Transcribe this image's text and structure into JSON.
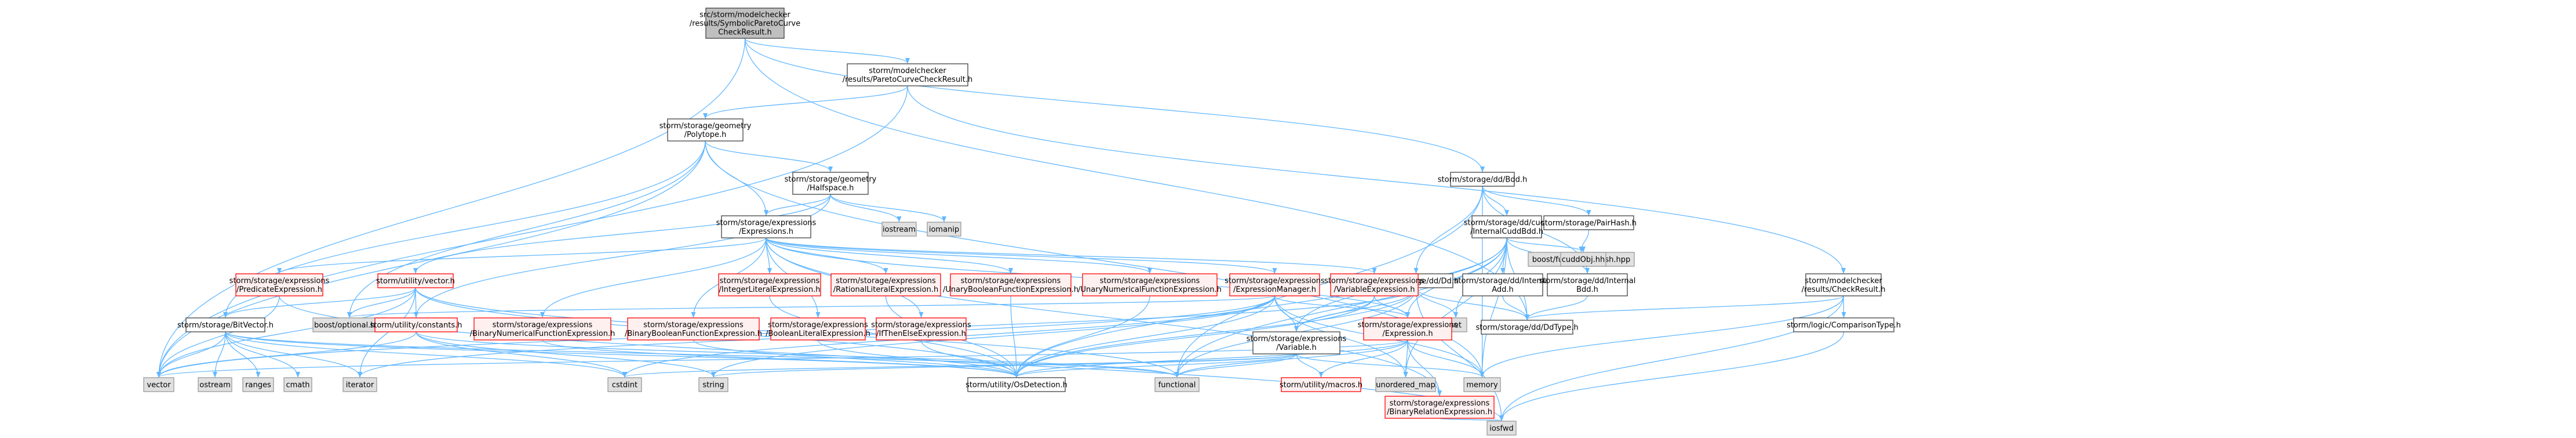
{
  "colors": {
    "edge": "#63b8ff",
    "root_fill": "#bfbfbf",
    "root_stroke": "#404040",
    "doc_fill": "#ffffff",
    "doc_stroke": "#404040",
    "red_fill": "#fff0f0",
    "red_stroke": "#ff0000",
    "ext_fill": "#e0e0e0",
    "ext_stroke": "#999999"
  },
  "nodes": [
    {
      "id": "root",
      "kind": "root",
      "lines": [
        "src/storm/modelchecker",
        "/results/SymbolicParetoCurve",
        "CheckResult.h"
      ]
    },
    {
      "id": "pareto",
      "kind": "doc",
      "lines": [
        "storm/modelchecker",
        "/results/ParetoCurveCheckResult.h"
      ]
    },
    {
      "id": "polytope",
      "kind": "doc",
      "lines": [
        "storm/storage/geometry",
        "/Polytope.h"
      ]
    },
    {
      "id": "halfspace",
      "kind": "doc",
      "lines": [
        "storm/storage/geometry",
        "/Halfspace.h"
      ]
    },
    {
      "id": "expressions",
      "kind": "doc",
      "lines": [
        "storm/storage/expressions",
        "/Expressions.h"
      ]
    },
    {
      "id": "ddbdd",
      "kind": "doc",
      "lines": [
        "storm/storage/dd/Bdd.h"
      ]
    },
    {
      "id": "cuddbdd",
      "kind": "doc",
      "lines": [
        "storm/storage/dd/cudd",
        "/InternalCuddBdd.h"
      ]
    },
    {
      "id": "pairhash",
      "kind": "doc",
      "lines": [
        "storm/storage/PairHash.h"
      ]
    },
    {
      "id": "boostfunchash",
      "kind": "ext",
      "lines": [
        "boost/functional/hash.hpp"
      ]
    },
    {
      "id": "checkresult",
      "kind": "doc",
      "lines": [
        "storm/modelchecker",
        "/results/CheckResult.h"
      ]
    },
    {
      "id": "comparisontype",
      "kind": "doc",
      "lines": [
        "storm/logic/ComparisonType.h"
      ]
    },
    {
      "id": "iostream",
      "kind": "ext",
      "lines": [
        "iostream"
      ]
    },
    {
      "id": "iomanip",
      "kind": "ext",
      "lines": [
        "iomanip"
      ]
    },
    {
      "id": "cuddobj",
      "kind": "ext",
      "lines": [
        "cuddObj.hh"
      ]
    },
    {
      "id": "ddadd",
      "kind": "doc",
      "lines": [
        "storm/storage/dd/Internal",
        "Add.h"
      ]
    },
    {
      "id": "ddinternalbdd",
      "kind": "doc",
      "lines": [
        "storm/storage/dd/Internal",
        "Bdd.h"
      ]
    },
    {
      "id": "dddd",
      "kind": "doc",
      "lines": [
        "storm/storage/dd/Dd.h"
      ]
    },
    {
      "id": "ddtype",
      "kind": "doc",
      "lines": [
        "storm/storage/dd/DdType.h"
      ]
    },
    {
      "id": "set",
      "kind": "ext",
      "lines": [
        "set"
      ]
    },
    {
      "id": "predicate",
      "kind": "red",
      "lines": [
        "storm/storage/expressions",
        "/PredicateExpression.h"
      ]
    },
    {
      "id": "uvector",
      "kind": "red",
      "lines": [
        "storm/utility/vector.h"
      ]
    },
    {
      "id": "intlit",
      "kind": "red",
      "lines": [
        "storm/storage/expressions",
        "/IntegerLiteralExpression.h"
      ]
    },
    {
      "id": "ratlit",
      "kind": "red",
      "lines": [
        "storm/storage/expressions",
        "/RationalLiteralExpression.h"
      ]
    },
    {
      "id": "unbool",
      "kind": "red",
      "lines": [
        "storm/storage/expressions",
        "/UnaryBooleanFunctionExpression.h"
      ]
    },
    {
      "id": "unnum",
      "kind": "red",
      "lines": [
        "storm/storage/expressions",
        "/UnaryNumericalFunctionExpression.h"
      ]
    },
    {
      "id": "exprmgr",
      "kind": "red",
      "lines": [
        "storm/storage/expressions",
        "/ExpressionManager.h"
      ]
    },
    {
      "id": "varexpr",
      "kind": "red",
      "lines": [
        "storm/storage/expressions",
        "/VariableExpression.h"
      ]
    },
    {
      "id": "bitvector",
      "kind": "doc",
      "lines": [
        "storm/storage/BitVector.h"
      ]
    },
    {
      "id": "boostopt",
      "kind": "ext",
      "lines": [
        "boost/optional.hpp"
      ]
    },
    {
      "id": "uconst",
      "kind": "red",
      "lines": [
        "storm/utility/constants.h"
      ]
    },
    {
      "id": "binnum",
      "kind": "red",
      "lines": [
        "storm/storage/expressions",
        "/BinaryNumericalFunctionExpression.h"
      ]
    },
    {
      "id": "binbool",
      "kind": "red",
      "lines": [
        "storm/storage/expressions",
        "/BinaryBooleanFunctionExpression.h"
      ]
    },
    {
      "id": "boollit",
      "kind": "red",
      "lines": [
        "storm/storage/expressions",
        "/BooleanLiteralExpression.h"
      ]
    },
    {
      "id": "ite",
      "kind": "red",
      "lines": [
        "storm/storage/expressions",
        "/IfThenElseExpression.h"
      ]
    },
    {
      "id": "variable",
      "kind": "doc",
      "lines": [
        "storm/storage/expressions",
        "/Variable.h"
      ]
    },
    {
      "id": "expression",
      "kind": "red",
      "lines": [
        "storm/storage/expressions",
        "/Expression.h"
      ]
    },
    {
      "id": "binrel",
      "kind": "red",
      "lines": [
        "storm/storage/expressions",
        "/BinaryRelationExpression.h"
      ]
    },
    {
      "id": "macros",
      "kind": "red",
      "lines": [
        "storm/utility/macros.h"
      ]
    },
    {
      "id": "osdetect",
      "kind": "doc",
      "lines": [
        "storm/utility/OsDetection.h"
      ]
    },
    {
      "id": "vector",
      "kind": "ext",
      "lines": [
        "vector"
      ]
    },
    {
      "id": "ostream",
      "kind": "ext",
      "lines": [
        "ostream"
      ]
    },
    {
      "id": "ranges",
      "kind": "ext",
      "lines": [
        "ranges"
      ]
    },
    {
      "id": "cmath",
      "kind": "ext",
      "lines": [
        "cmath"
      ]
    },
    {
      "id": "iterator",
      "kind": "ext",
      "lines": [
        "iterator"
      ]
    },
    {
      "id": "cstdint",
      "kind": "ext",
      "lines": [
        "cstdint"
      ]
    },
    {
      "id": "string",
      "kind": "ext",
      "lines": [
        "string"
      ]
    },
    {
      "id": "functional",
      "kind": "ext",
      "lines": [
        "functional"
      ]
    },
    {
      "id": "unordered_map",
      "kind": "ext",
      "lines": [
        "unordered_map"
      ]
    },
    {
      "id": "memory",
      "kind": "ext",
      "lines": [
        "memory"
      ]
    },
    {
      "id": "iosfwd",
      "kind": "ext",
      "lines": [
        "iosfwd"
      ]
    }
  ],
  "edges": [
    [
      "root",
      "pareto"
    ],
    [
      "root",
      "ddbdd"
    ],
    [
      "root",
      "vector"
    ],
    [
      "root",
      "ddtype"
    ],
    [
      "pareto",
      "polytope"
    ],
    [
      "pareto",
      "checkresult"
    ],
    [
      "pareto",
      "vector"
    ],
    [
      "polytope",
      "halfspace"
    ],
    [
      "polytope",
      "expressions"
    ],
    [
      "polytope",
      "bitvector"
    ],
    [
      "polytope",
      "boostopt"
    ],
    [
      "polytope",
      "memory"
    ],
    [
      "polytope",
      "vector"
    ],
    [
      "halfspace",
      "expressions"
    ],
    [
      "halfspace",
      "uvector"
    ],
    [
      "halfspace",
      "uconst"
    ],
    [
      "halfspace",
      "iostream"
    ],
    [
      "halfspace",
      "iomanip"
    ],
    [
      "expressions",
      "predicate"
    ],
    [
      "expressions",
      "intlit"
    ],
    [
      "expressions",
      "ratlit"
    ],
    [
      "expressions",
      "unbool"
    ],
    [
      "expressions",
      "unnum"
    ],
    [
      "expressions",
      "exprmgr"
    ],
    [
      "expressions",
      "varexpr"
    ],
    [
      "expressions",
      "binnum"
    ],
    [
      "expressions",
      "binbool"
    ],
    [
      "expressions",
      "boollit"
    ],
    [
      "expressions",
      "ite"
    ],
    [
      "expressions",
      "expression"
    ],
    [
      "expressions",
      "binrel"
    ],
    [
      "ddbdd",
      "cuddbdd"
    ],
    [
      "ddbdd",
      "pairhash"
    ],
    [
      "ddbdd",
      "dddd"
    ],
    [
      "ddbdd",
      "ddinternalbdd"
    ],
    [
      "ddbdd",
      "functional"
    ],
    [
      "ddbdd",
      "memory"
    ],
    [
      "cuddbdd",
      "cuddobj"
    ],
    [
      "cuddbdd",
      "ddadd"
    ],
    [
      "cuddbdd",
      "ddinternalbdd"
    ],
    [
      "cuddbdd",
      "ddtype"
    ],
    [
      "cuddbdd",
      "set"
    ],
    [
      "cuddbdd",
      "memory"
    ],
    [
      "cuddbdd",
      "functional"
    ],
    [
      "cuddbdd",
      "unordered_map"
    ],
    [
      "cuddbdd",
      "expression"
    ],
    [
      "cuddbdd",
      "variable"
    ],
    [
      "cuddbdd",
      "osdetect"
    ],
    [
      "pairhash",
      "boostfunchash"
    ],
    [
      "checkresult",
      "ddtype"
    ],
    [
      "checkresult",
      "comparisontype"
    ],
    [
      "checkresult",
      "iosfwd"
    ],
    [
      "checkresult",
      "memory"
    ],
    [
      "comparisontype",
      "iosfwd"
    ],
    [
      "ddadd",
      "ddtype"
    ],
    [
      "ddinternalbdd",
      "ddtype"
    ],
    [
      "dddd",
      "ddtype"
    ],
    [
      "dddd",
      "set"
    ],
    [
      "dddd",
      "functional"
    ],
    [
      "dddd",
      "variable"
    ],
    [
      "dddd",
      "iosfwd"
    ],
    [
      "dddd",
      "vector"
    ],
    [
      "dddd",
      "osdetect"
    ],
    [
      "predicate",
      "iosfwd"
    ],
    [
      "predicate",
      "vector"
    ],
    [
      "uvector",
      "bitvector"
    ],
    [
      "uvector",
      "uconst"
    ],
    [
      "uvector",
      "boostopt"
    ],
    [
      "uvector",
      "vector"
    ],
    [
      "uvector",
      "functional"
    ],
    [
      "uvector",
      "iterator"
    ],
    [
      "uvector",
      "osdetect"
    ],
    [
      "intlit",
      "osdetect"
    ],
    [
      "ratlit",
      "osdetect"
    ],
    [
      "unbool",
      "osdetect"
    ],
    [
      "unnum",
      "osdetect"
    ],
    [
      "exprmgr",
      "variable"
    ],
    [
      "exprmgr",
      "expression"
    ],
    [
      "exprmgr",
      "boostopt"
    ],
    [
      "exprmgr",
      "osdetect"
    ],
    [
      "exprmgr",
      "unordered_map"
    ],
    [
      "exprmgr",
      "iterator"
    ],
    [
      "exprmgr",
      "cstdint"
    ],
    [
      "exprmgr",
      "memory"
    ],
    [
      "exprmgr",
      "string"
    ],
    [
      "varexpr",
      "variable"
    ],
    [
      "varexpr",
      "osdetect"
    ],
    [
      "varexpr",
      "expression"
    ],
    [
      "bitvector",
      "vector"
    ],
    [
      "bitvector",
      "ostream"
    ],
    [
      "bitvector",
      "ranges"
    ],
    [
      "bitvector",
      "cmath"
    ],
    [
      "bitvector",
      "iterator"
    ],
    [
      "bitvector",
      "cstdint"
    ],
    [
      "bitvector",
      "functional"
    ],
    [
      "bitvector",
      "osdetect"
    ],
    [
      "uconst",
      "vector"
    ],
    [
      "uconst",
      "cstdint"
    ],
    [
      "uconst",
      "string"
    ],
    [
      "uconst",
      "functional"
    ],
    [
      "binnum",
      "osdetect"
    ],
    [
      "binbool",
      "osdetect"
    ],
    [
      "boollit",
      "osdetect"
    ],
    [
      "ite",
      "osdetect"
    ],
    [
      "variable",
      "osdetect"
    ],
    [
      "variable",
      "cstdint"
    ],
    [
      "variable",
      "macros"
    ],
    [
      "variable",
      "functional"
    ],
    [
      "variable",
      "memory"
    ],
    [
      "variable",
      "string"
    ],
    [
      "expression",
      "binrel"
    ],
    [
      "expression",
      "functional"
    ],
    [
      "expression",
      "macros"
    ],
    [
      "expression",
      "unordered_map"
    ],
    [
      "expression",
      "memory"
    ],
    [
      "expression",
      "osdetect"
    ],
    [
      "expression",
      "vector"
    ],
    [
      "binrel",
      "iosfwd"
    ]
  ]
}
